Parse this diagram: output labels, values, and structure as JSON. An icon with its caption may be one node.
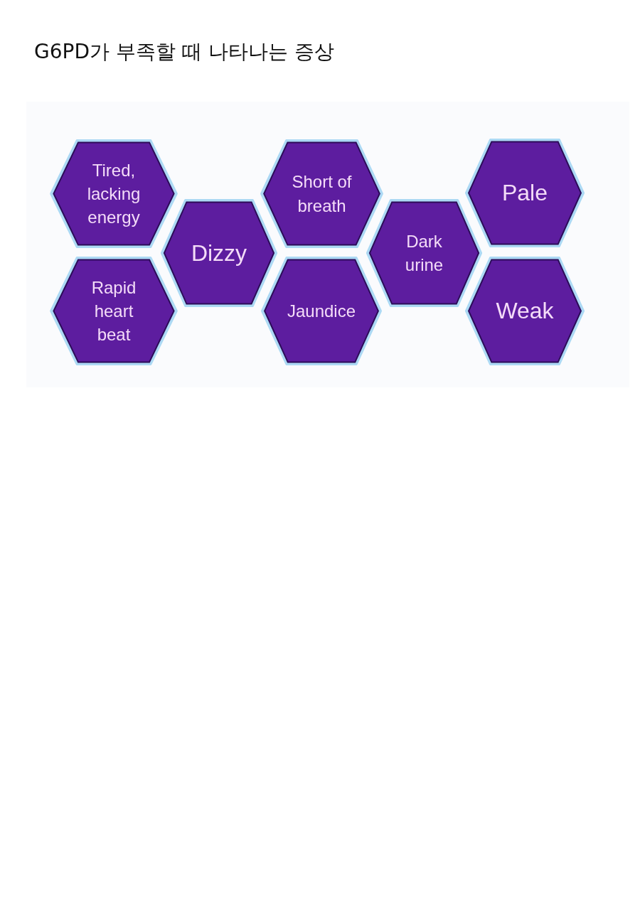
{
  "diagram": {
    "title": "G6PD가 부족할 때 나타나는 증상",
    "nodes": [
      {
        "text": [
          "Tired, lacking energy"
        ]
      },
      {
        "text": [
          "Short of breath"
        ]
      },
      {
        "text": [
          "Pale"
        ]
      },
      {
        "text": [
          "Dizzy"
        ]
      },
      {
        "text": [
          "Dark urine"
        ]
      },
      {
        "text": [
          "Rapid heart beat"
        ]
      },
      {
        "text": [
          "Jaundice"
        ]
      },
      {
        "text": [
          "Weak"
        ]
      }
    ]
  }
}
